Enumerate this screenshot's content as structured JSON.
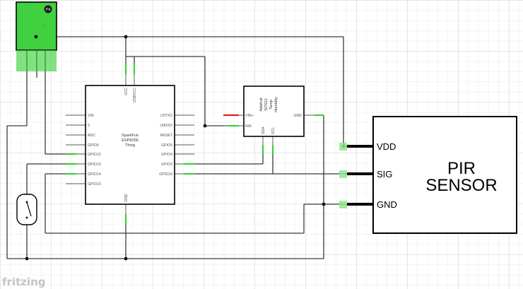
{
  "esp8266": {
    "title_line1": "SparkFun",
    "title_line2": "ESP8266",
    "title_line3": "Thing",
    "left_pins": [
      "VIN",
      "9",
      "ADC",
      "GPIO0",
      "GPIO12",
      "GPIO13",
      "GPIO14",
      "GPIO15"
    ],
    "right_pins": [
      "U0TXD",
      "U0RXD",
      "RESET",
      "GPIO5",
      "GPIO4",
      "GPIO2",
      "GPIO16"
    ],
    "top_pins": [
      "VCC",
      "USBVCC"
    ],
    "bottom_pin": "GND"
  },
  "si7021": {
    "title_line1": "Adafruit",
    "title_line2": "Si7021",
    "title_line3": "Temp",
    "title_line4": "Humidity",
    "left_pins": [
      "VIN+",
      "NIA"
    ],
    "bottom_pins": [
      "SDA",
      "SCL"
    ],
    "right_pin": "GND"
  },
  "pir": {
    "title_line1": "PIR",
    "title_line2": "SENSOR",
    "pins": [
      "VDD",
      "SIG",
      "GND"
    ]
  },
  "regulator": {
    "label": "~"
  },
  "brand": "fritzing",
  "colors": {
    "highlight_green": "#37d337",
    "regulator_fill": "#3fd13f",
    "power_red": "#d82020"
  }
}
